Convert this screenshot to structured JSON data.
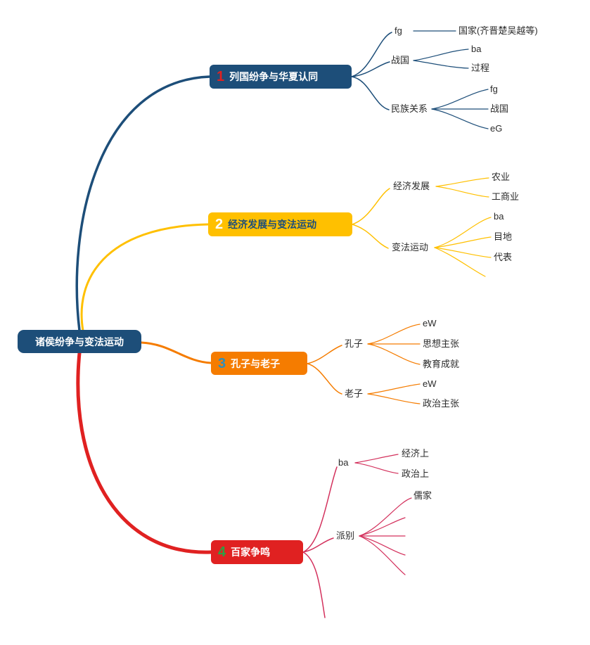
{
  "root": {
    "label": "诸侯纷争与变法运动"
  },
  "colors": {
    "root_bg": "#1d4e79",
    "branch1": "#1d4e79",
    "branch2": "#ffc000",
    "branch3": "#f57c00",
    "branch4_main": "#e02121",
    "branch4_sub": "#d3305c",
    "number1": "#e02121",
    "number2": "#ffffff",
    "number3": "#2e8fbd",
    "number4": "#2f9e44",
    "text": "#2b2b2b"
  },
  "branches": [
    {
      "number": "1",
      "label": "列国纷争与华夏认同",
      "children": [
        {
          "label": "fg",
          "children": [
            {
              "label": "国家(齐晋楚吴越等)"
            }
          ]
        },
        {
          "label": "战国",
          "children": [
            {
              "label": "ba"
            },
            {
              "label": "过程"
            }
          ]
        },
        {
          "label": "民族关系",
          "children": [
            {
              "label": "fg"
            },
            {
              "label": "战国"
            },
            {
              "label": "eG"
            }
          ]
        }
      ]
    },
    {
      "number": "2",
      "label": "经济发展与变法运动",
      "children": [
        {
          "label": "经济发展",
          "children": [
            {
              "label": "农业"
            },
            {
              "label": "工商业"
            }
          ]
        },
        {
          "label": "变法运动",
          "children": [
            {
              "label": "ba"
            },
            {
              "label": "目地"
            },
            {
              "label": "代表"
            }
          ]
        }
      ]
    },
    {
      "number": "3",
      "label": "孔子与老子",
      "children": [
        {
          "label": "孔子",
          "children": [
            {
              "label": "eW"
            },
            {
              "label": "思想主张"
            },
            {
              "label": "教育成就"
            }
          ]
        },
        {
          "label": "老子",
          "children": [
            {
              "label": "eW"
            },
            {
              "label": "政治主张"
            }
          ]
        }
      ]
    },
    {
      "number": "4",
      "label": "百家争鸣",
      "children": [
        {
          "label": "ba",
          "children": [
            {
              "label": "经济上"
            },
            {
              "label": "政治上"
            }
          ]
        },
        {
          "label": "派别",
          "children": [
            {
              "label": "儒家"
            }
          ]
        }
      ]
    }
  ]
}
